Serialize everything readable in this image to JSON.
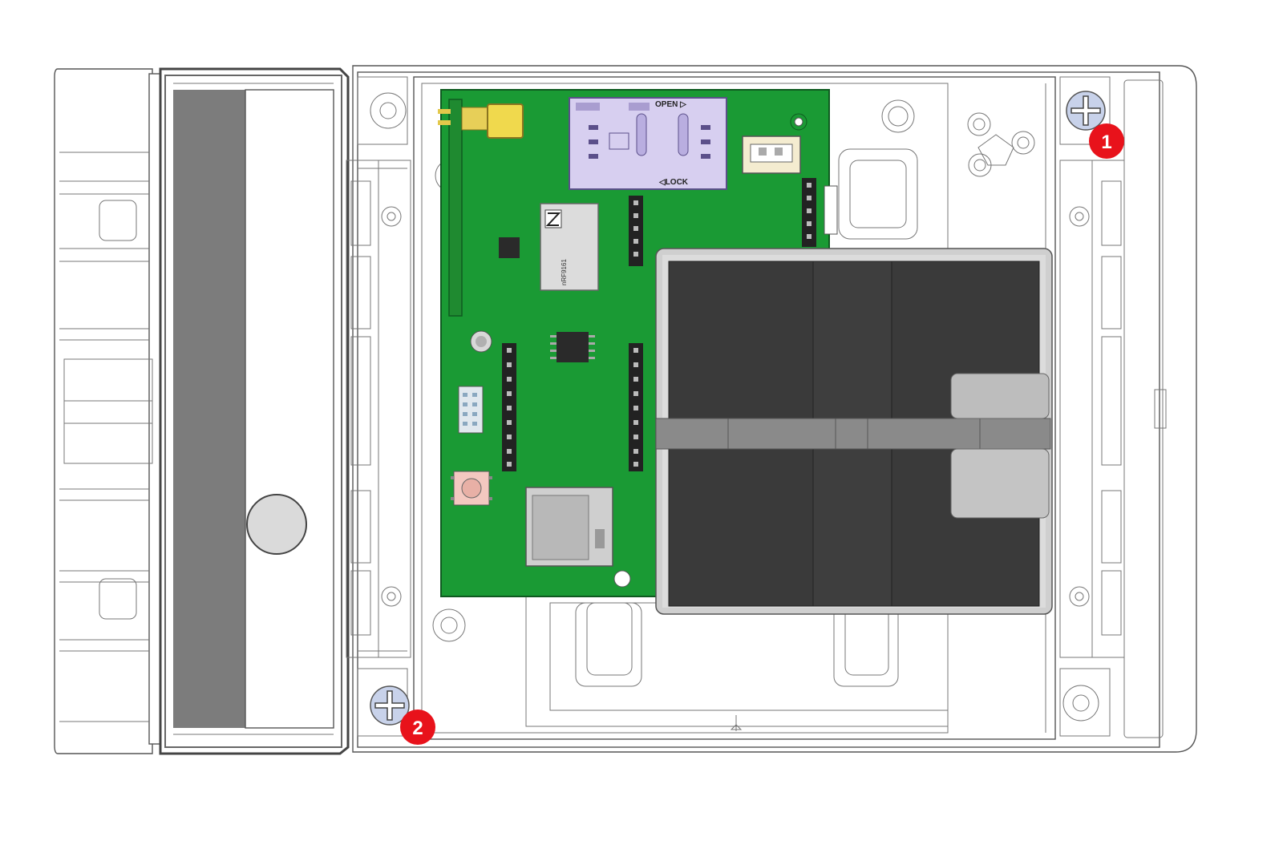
{
  "badges": [
    {
      "label": "1",
      "color": "#e8121b"
    },
    {
      "label": "2",
      "color": "#e8121b"
    }
  ],
  "sim_holder": {
    "open_label": "OPEN ▷",
    "lock_label": "◁LOCK"
  },
  "module_chip": {
    "label": "nRF9161"
  },
  "colors": {
    "pcb": "#1a9a34",
    "battery": "#3a3a3a",
    "sim_holder": "#d7cff0",
    "badge": "#e8121b",
    "screw": "#c8d2ea"
  }
}
